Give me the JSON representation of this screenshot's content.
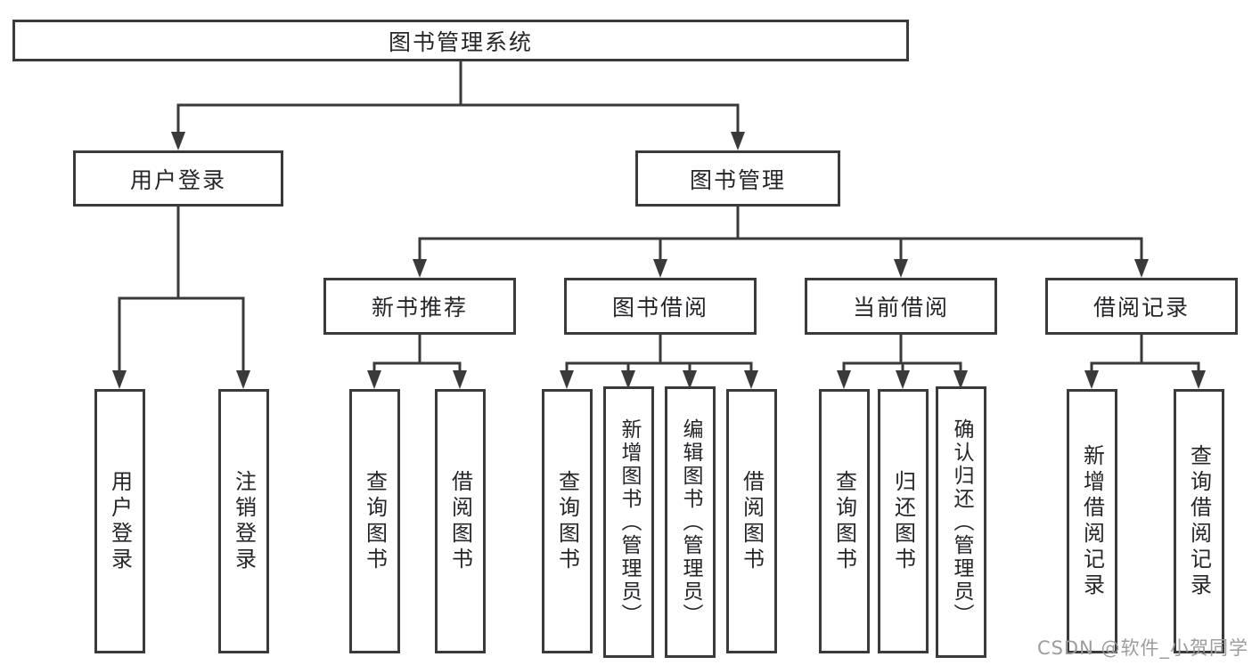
{
  "page": {
    "watermark": "CSDN @软件_小贺同学",
    "background": "#ffffff"
  },
  "colors": {
    "line": "#3a3a3a",
    "box_border": "#3a3a3a",
    "text": "#26262a",
    "watermark": "#9c9c9c"
  },
  "tree": {
    "root": {
      "label": "图书管理系统",
      "children": [
        {
          "label": "用户登录",
          "children": [
            {
              "label": "用户登录"
            },
            {
              "label": "注销登录"
            }
          ]
        },
        {
          "label": "图书管理",
          "children": [
            {
              "label": "新书推荐",
              "children": [
                {
                  "label": "查询图书"
                },
                {
                  "label": "借阅图书"
                }
              ]
            },
            {
              "label": "图书借阅",
              "children": [
                {
                  "label": "查询图书"
                },
                {
                  "label": "新增图书（管理员）"
                },
                {
                  "label": "编辑图书（管理员）"
                },
                {
                  "label": "借阅图书"
                }
              ]
            },
            {
              "label": "当前借阅",
              "children": [
                {
                  "label": "查询图书"
                },
                {
                  "label": "归还图书"
                },
                {
                  "label": "确认归还（管理员）"
                }
              ]
            },
            {
              "label": "借阅记录",
              "children": [
                {
                  "label": "新增借阅记录"
                },
                {
                  "label": "查询借阅记录"
                }
              ]
            }
          ]
        }
      ]
    }
  }
}
